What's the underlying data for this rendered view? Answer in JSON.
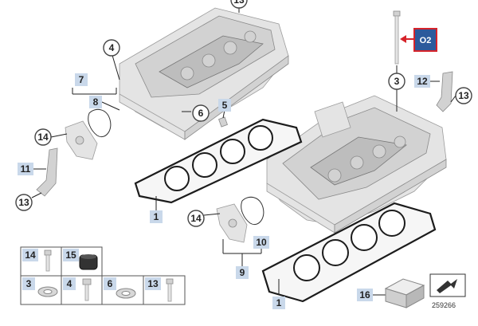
{
  "callouts": {
    "c1a": "1",
    "c1b": "1",
    "c3": "3",
    "c4": "4",
    "c5": "5",
    "c6": "6",
    "c7": "7",
    "c8": "8",
    "c9": "9",
    "c10": "10",
    "c11": "11",
    "c12": "12",
    "c13a": "13",
    "c13b": "13",
    "c13c": "13",
    "c14a": "14",
    "c14b": "14",
    "c15": "15",
    "c16": "16"
  },
  "highlight_badge": "O2",
  "legend_table": {
    "row1": [
      "14",
      "15"
    ],
    "row2": [
      "3",
      "4",
      "6",
      "13"
    ]
  },
  "reference_number": "259266",
  "colors": {
    "badge_fill": "#2c5a9c",
    "badge_border": "#d6232a",
    "arrow": "#d6232a",
    "callout_tag": "#c9d8ea"
  }
}
